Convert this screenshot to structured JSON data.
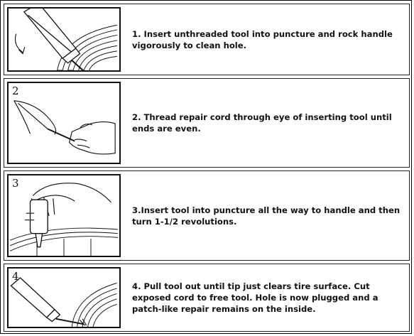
{
  "steps": [
    {
      "number": "",
      "text": "1. Insert unthreaded tool into puncture and rock handle vigorously to clean hole."
    },
    {
      "number": "2",
      "text": "2. Thread repair cord through eye of inserting tool until ends are even."
    },
    {
      "number": "3",
      "text": "3.Insert tool into puncture all the way to handle and then turn 1-1/2 revolutions."
    },
    {
      "number": "4",
      "text": "4. Pull tool out until tip just clears tire surface. Cut exposed cord to free tool. Hole is now plugged and a patch-like repair remains on the inside."
    }
  ]
}
